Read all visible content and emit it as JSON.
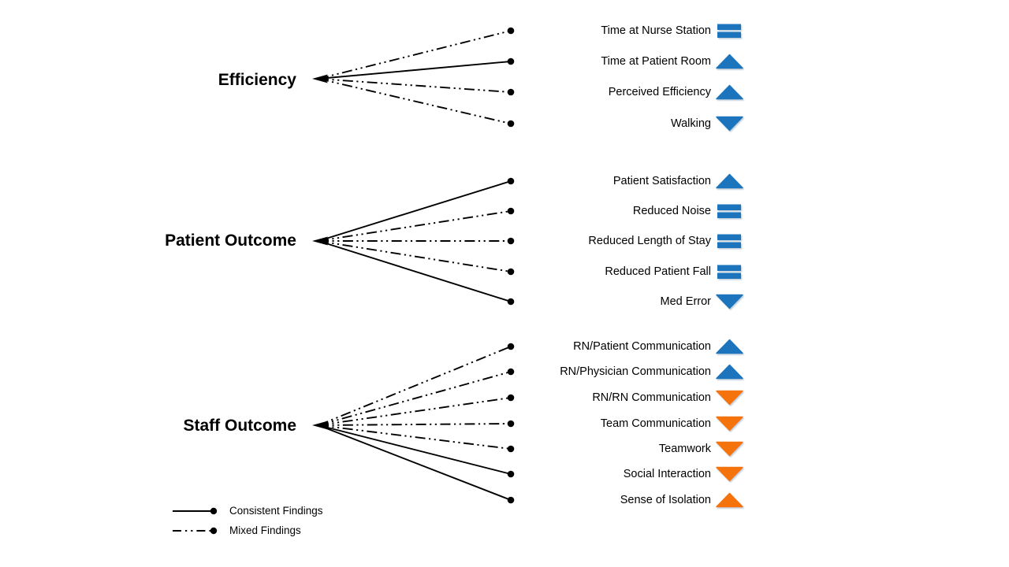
{
  "colors": {
    "blue": "#1B75BC",
    "orange": "#F5730A",
    "line": "#000000"
  },
  "groups": [
    {
      "label": "Efficiency",
      "items": [
        {
          "label": "Time at Nurse Station",
          "icon": "equal",
          "color": "blue",
          "line": "mixed"
        },
        {
          "label": "Time at Patient Room",
          "icon": "up",
          "color": "blue",
          "line": "solid"
        },
        {
          "label": "Perceived Efficiency",
          "icon": "up",
          "color": "blue",
          "line": "mixed"
        },
        {
          "label": "Walking",
          "icon": "down",
          "color": "blue",
          "line": "mixed"
        }
      ]
    },
    {
      "label": "Patient Outcome",
      "items": [
        {
          "label": "Patient Satisfaction",
          "icon": "up",
          "color": "blue",
          "line": "solid"
        },
        {
          "label": "Reduced Noise",
          "icon": "equal",
          "color": "blue",
          "line": "mixed"
        },
        {
          "label": "Reduced Length of Stay",
          "icon": "equal",
          "color": "blue",
          "line": "mixed"
        },
        {
          "label": "Reduced Patient Fall",
          "icon": "equal",
          "color": "blue",
          "line": "mixed"
        },
        {
          "label": "Med Error",
          "icon": "down",
          "color": "blue",
          "line": "solid"
        }
      ]
    },
    {
      "label": "Staff Outcome",
      "items": [
        {
          "label": "RN/Patient Communication",
          "icon": "up",
          "color": "blue",
          "line": "mixed"
        },
        {
          "label": "RN/Physician Communication",
          "icon": "up",
          "color": "blue",
          "line": "mixed"
        },
        {
          "label": "RN/RN Communication",
          "icon": "down",
          "color": "orange",
          "line": "mixed"
        },
        {
          "label": "Team Communication",
          "icon": "down",
          "color": "orange",
          "line": "mixed"
        },
        {
          "label": "Teamwork",
          "icon": "down",
          "color": "orange",
          "line": "mixed"
        },
        {
          "label": "Social Interaction",
          "icon": "down",
          "color": "orange",
          "line": "solid"
        },
        {
          "label": "Sense of Isolation",
          "icon": "up",
          "color": "orange",
          "line": "solid"
        }
      ]
    }
  ],
  "legend": {
    "items": [
      {
        "label": "Consistent Findings",
        "style": "solid"
      },
      {
        "label": "Mixed Findings",
        "style": "mixed"
      }
    ]
  }
}
